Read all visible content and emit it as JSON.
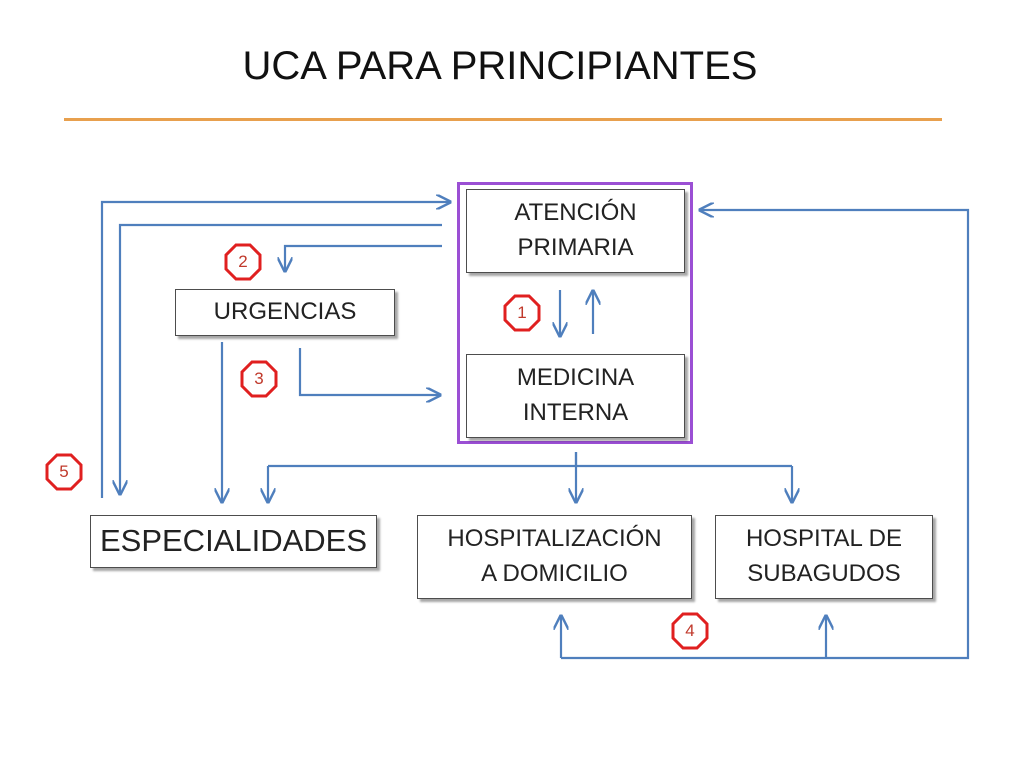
{
  "title": "UCA PARA PRINCIPIANTES",
  "colors": {
    "connector": "#4f7fbd",
    "group_border": "#9b4fd4",
    "title_rule": "#e8a04e",
    "badge": "#e02020"
  },
  "nodes": {
    "atencion_primaria": "ATENCIÓN\nPRIMARIA",
    "medicina_interna": "MEDICINA\nINTERNA",
    "urgencias": "URGENCIAS",
    "especialidades": "ESPECIALIDADES",
    "hospitalizacion_domicilio": "HOSPITALIZACIÓN\nA DOMICILIO",
    "hospital_subagudos": "HOSPITAL DE\nSUBAGUDOS"
  },
  "badges": [
    "1",
    "2",
    "3",
    "4",
    "5"
  ]
}
